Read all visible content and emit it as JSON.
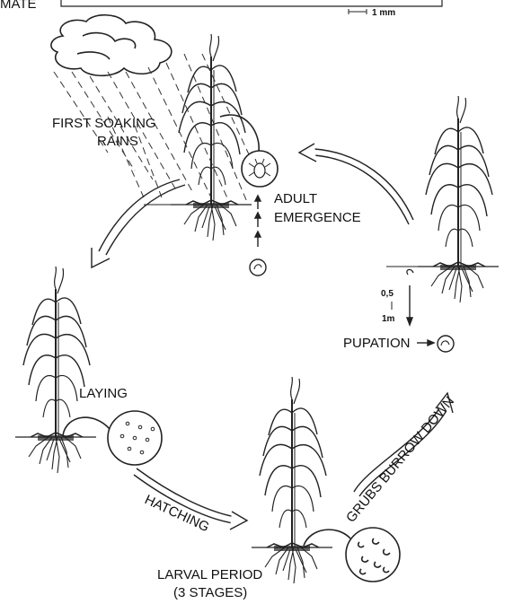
{
  "header": {
    "partial_word": "MATE",
    "scale_bar": "1 mm"
  },
  "labels": {
    "first_soaking_rains_line1": "FIRST SOAKING",
    "first_soaking_rains_line2": "RAINS",
    "adult_emergence_line1": "ADULT",
    "adult_emergence_line2": "EMERGENCE",
    "depth_top": "0,5",
    "depth_bottom": "1m",
    "pupation": "PUPATION",
    "laying": "LAYING",
    "hatching": "HATCHING",
    "grubs_burrow_down": "GRUBS BURROW DOWN",
    "larval_period_line1": "LARVAL PERIOD",
    "larval_period_line2": "(3 STAGES)"
  },
  "icons": [
    "cloud-icon",
    "rain-icon",
    "maize-plant-icon",
    "adult-beetle-icon",
    "pupa-icon",
    "eggs-icon",
    "grubs-icon",
    "cycle-arrow-icon"
  ]
}
